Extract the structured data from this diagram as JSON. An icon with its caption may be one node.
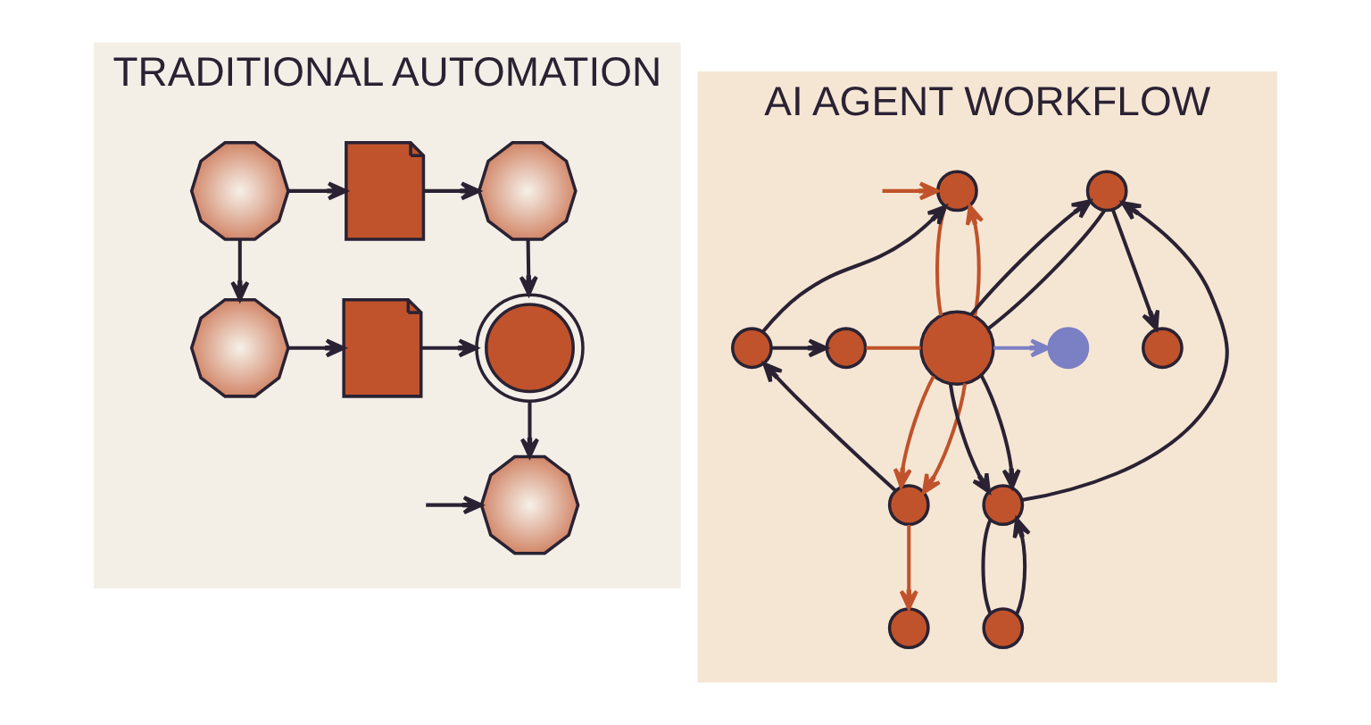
{
  "diagram": {
    "nodes": [
      {
        "text": [
          "TRADITIONAL AUTOMATION"
        ]
      },
      {
        "text": [],
        "shape": "gear",
        "in": 0
      },
      {
        "text": [],
        "shape": "document",
        "in": 0
      },
      {
        "text": [],
        "shape": "gear",
        "in": 0
      },
      {
        "text": [],
        "shape": "gear",
        "in": 0
      },
      {
        "text": [],
        "shape": "document",
        "in": 0
      },
      {
        "text": [],
        "shape": "checkmark",
        "in": 0
      },
      {
        "text": [],
        "shape": "gear",
        "in": 0
      },
      {
        "text": [
          "AI AGENT WORKFLOW"
        ]
      },
      {
        "text": [],
        "shape": "circle",
        "in": 8
      },
      {
        "text": [],
        "shape": "circle",
        "in": 8
      },
      {
        "text": [],
        "shape": "circle",
        "in": 8
      },
      {
        "text": [],
        "shape": "circle",
        "in": 8
      },
      {
        "text": [],
        "shape": "circle",
        "in": 8
      },
      {
        "text": [],
        "shape": "circle",
        "in": 8
      },
      {
        "text": [],
        "shape": "circle",
        "in": 8
      },
      {
        "text": [],
        "shape": "circle",
        "in": 8
      },
      {
        "text": [],
        "shape": "circle",
        "in": 8
      },
      {
        "text": [],
        "shape": "circle",
        "in": 8
      },
      {
        "text": [],
        "shape": "circle",
        "in": 8
      }
    ],
    "edges": [
      {
        "from": 1,
        "to": 2,
        "arrow": "to"
      },
      {
        "from": 2,
        "to": 3,
        "arrow": "to"
      },
      {
        "from": 1,
        "to": 4,
        "arrow": "to"
      },
      {
        "from": 4,
        "to": 5,
        "arrow": "to"
      },
      {
        "from": 5,
        "to": 6,
        "arrow": "to"
      },
      {
        "from": 3,
        "to": 6,
        "arrow": "to"
      },
      {
        "from": 6,
        "to": 7,
        "arrow": "to"
      },
      {
        "from": null,
        "to": 7,
        "arrow": "to"
      },
      {
        "from": null,
        "to": 10,
        "arrow": "to",
        "color": "#c0532b"
      },
      {
        "from": 12,
        "to": 10,
        "arrow": "to"
      },
      {
        "from": 14,
        "to": 10,
        "arrow": "to",
        "color": "#c0532b"
      },
      {
        "from": 10,
        "to": 14,
        "arrow": "none",
        "color": "#c0532b"
      },
      {
        "from": 12,
        "to": 13,
        "arrow": "to"
      },
      {
        "from": 13,
        "to": 14,
        "arrow": "none",
        "color": "#c0532b"
      },
      {
        "from": 14,
        "to": 16,
        "arrow": "to",
        "color": "#c0532b"
      },
      {
        "from": 14,
        "to": 16,
        "arrow": "to",
        "color": "#c0532b"
      },
      {
        "from": 16,
        "to": 12,
        "arrow": "to"
      },
      {
        "from": 16,
        "to": 18,
        "arrow": "to",
        "color": "#c0532b"
      },
      {
        "from": 14,
        "to": 15,
        "arrow": "to",
        "color": "#7b7fc4"
      },
      {
        "from": 14,
        "to": 11,
        "arrow": "to"
      },
      {
        "from": 14,
        "to": 11,
        "arrow": "none"
      },
      {
        "from": 11,
        "to": 9,
        "arrow": "to"
      },
      {
        "from": 17,
        "to": 11,
        "arrow": "to"
      },
      {
        "from": 14,
        "to": 17,
        "arrow": "to"
      },
      {
        "from": 14,
        "to": 17,
        "arrow": "to"
      },
      {
        "from": 17,
        "to": 19,
        "arrow": "none"
      },
      {
        "from": 19,
        "to": 17,
        "arrow": "to"
      }
    ]
  }
}
